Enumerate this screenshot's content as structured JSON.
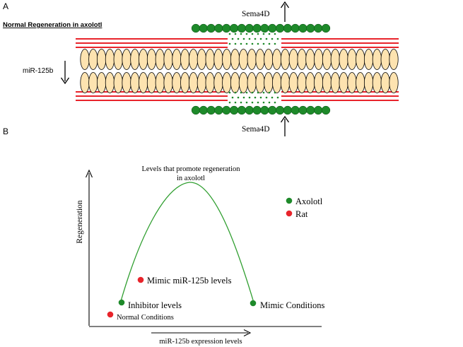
{
  "panel_a": {
    "letter": "A",
    "heading": "Normal Regeneration in axolotl",
    "top_protein_label": "Sema4D",
    "bottom_protein_label": "Sema4D",
    "mirna_label": "miR-125b",
    "mirna_direction": "down",
    "top_protein_direction": "up",
    "bottom_protein_direction": "up",
    "colors": {
      "lamina": "#e8242b",
      "cell": "#fde3b0",
      "cell_outline": "#000000",
      "bead": "#1e8a2a",
      "dot": "#1e8a2a"
    }
  },
  "panel_b": {
    "letter": "B",
    "y_axis_label": "Regeneration",
    "x_axis_label": "miR-125b expression levels",
    "peak_annotation_line1": "Levels that promote regeneration",
    "peak_annotation_line2": "in axolotl",
    "legend": [
      {
        "label": "Axolotl",
        "color": "#1e8a2a"
      },
      {
        "label": "Rat",
        "color": "#e8242b"
      }
    ],
    "points": [
      {
        "label": "Inhibitor levels",
        "species": "Axolotl"
      },
      {
        "label": "Normal Conditions",
        "species": "Rat"
      },
      {
        "label": "Mimic miR-125b levels",
        "species": "Rat"
      },
      {
        "label": "Mimic Conditions",
        "species": "Axolotl"
      }
    ],
    "curve_color": "#2f9e2f"
  }
}
